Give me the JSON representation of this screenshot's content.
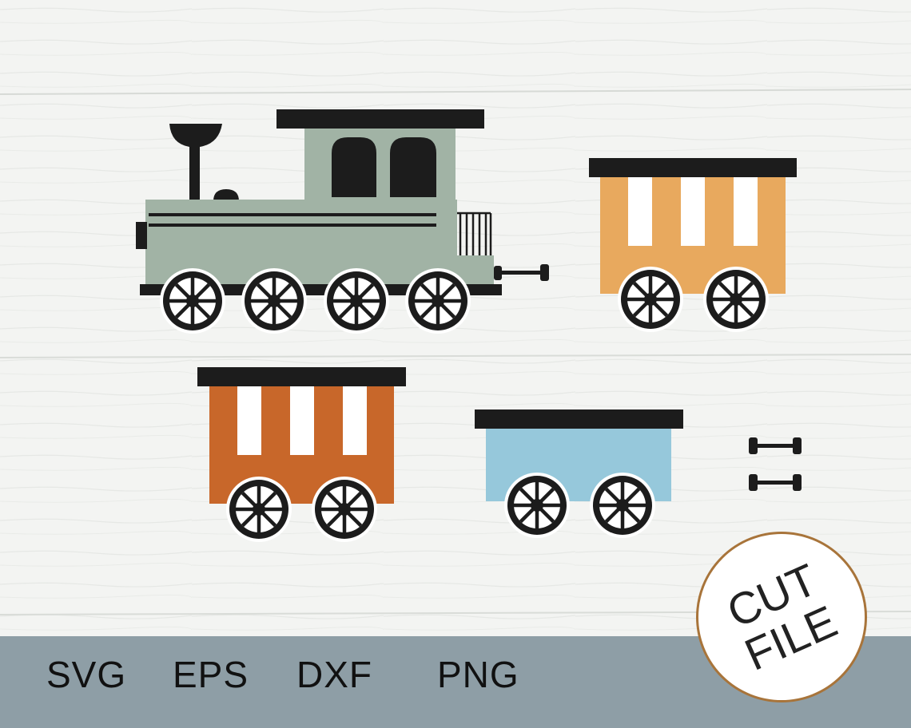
{
  "formats": {
    "svg": "SVG",
    "eps": "EPS",
    "dxf": "DXF",
    "png": "PNG"
  },
  "badge": {
    "line1": "CUT",
    "line2": "FILE"
  },
  "colors": {
    "locomotive_body": "#a1b3a5",
    "orange_car": "#e8a95e",
    "rust_car": "#c8672a",
    "blue_car": "#96c8db",
    "roof": "#1c1c1c",
    "bottom_bar": "#8e9ea6",
    "badge_border": "#a8743a"
  },
  "illustration": {
    "items": [
      "locomotive",
      "passenger-car-orange",
      "passenger-car-rust",
      "open-wagon-blue",
      "couplers"
    ]
  }
}
